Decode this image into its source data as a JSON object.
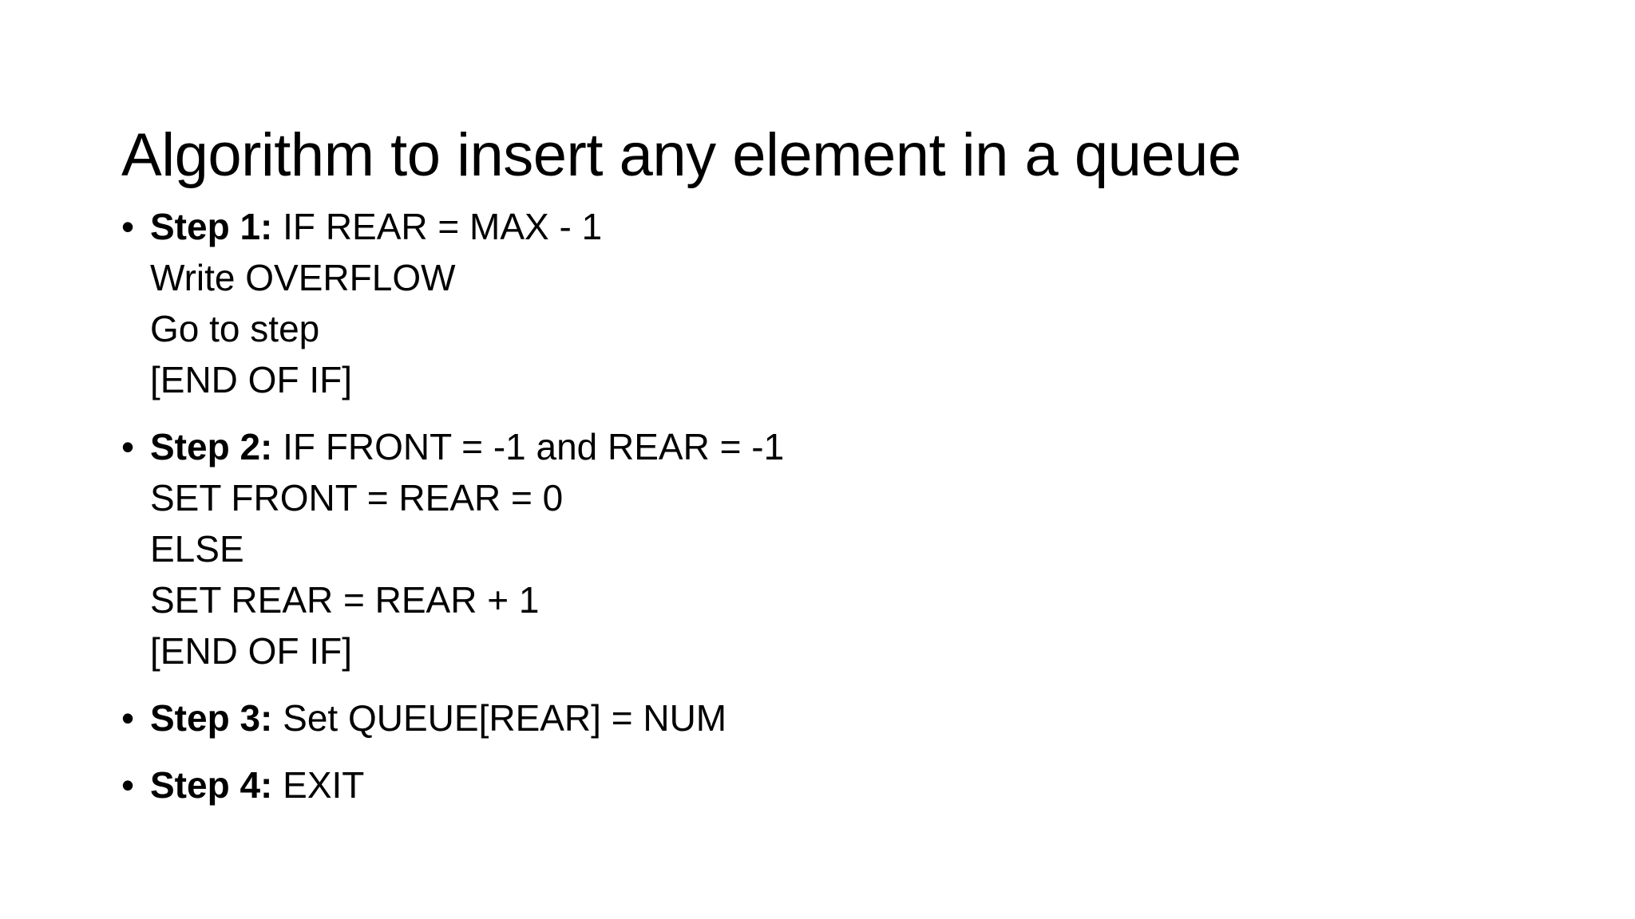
{
  "slide": {
    "title": "Algorithm to insert any element in a queue",
    "background_color": "#ffffff",
    "text_color": "#000000",
    "bullet_glyph": "•",
    "bullets": [
      {
        "label": "Step 1:",
        "first_line_text": " IF REAR = MAX - 1",
        "continuation_lines": [
          "Write OVERFLOW",
          "Go to step",
          "[END OF IF]"
        ]
      },
      {
        "label": "Step 2:",
        "first_line_text": " IF FRONT = -1 and REAR = -1",
        "continuation_lines": [
          "SET FRONT = REAR = 0",
          "ELSE",
          "SET REAR = REAR + 1",
          "[END OF IF]"
        ]
      },
      {
        "label": "Step 3:",
        "first_line_text": " Set QUEUE[REAR] = NUM",
        "continuation_lines": []
      },
      {
        "label": "Step 4:",
        "first_line_text": " EXIT",
        "continuation_lines": []
      }
    ]
  }
}
